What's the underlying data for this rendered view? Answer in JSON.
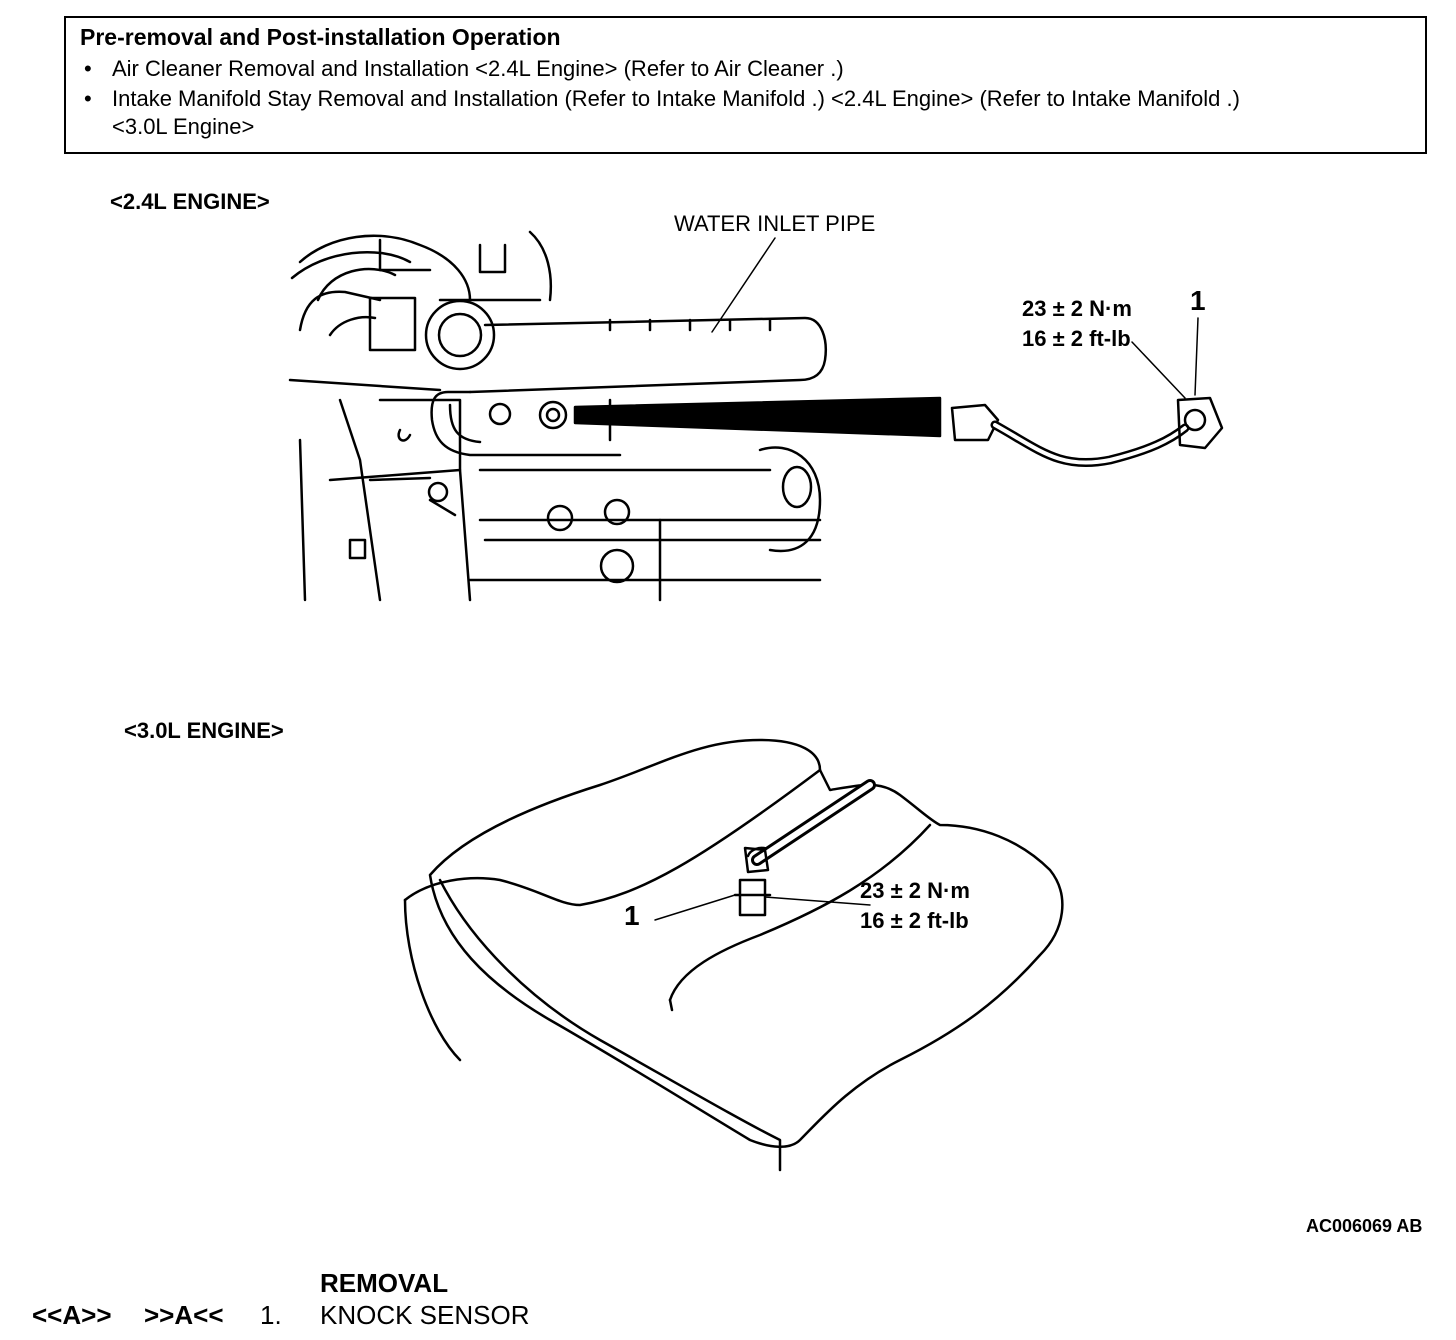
{
  "operation_box": {
    "title": "Pre-removal and Post-installation Operation",
    "bullets": [
      {
        "text": "Air Cleaner Removal and Installation <2.4L Engine> (Refer to Air Cleaner .)"
      },
      {
        "text": "Intake Manifold Stay Removal and Installation (Refer to Intake Manifold .) <2.4L Engine> (Refer to Intake Manifold .)",
        "continuation": "<3.0L Engine>"
      }
    ]
  },
  "figure_2_4": {
    "heading": "<2.4L ENGINE>",
    "callout_pipe": "WATER INLET PIPE",
    "torque_nm": "23 ± 2 N·m",
    "torque_ftlb": "16 ± 2 ft-lb",
    "item_number": "1"
  },
  "figure_3_0": {
    "heading": "<3.0L ENGINE>",
    "torque_nm": "23 ± 2 N·m",
    "torque_ftlb": "16 ± 2 ft-lb",
    "item_number": "1"
  },
  "figure_code": "AC006069 AB",
  "removal": {
    "title": "REMOVAL",
    "rows": [
      {
        "removal_ref": "<<A>>",
        "install_ref": ">>A<<",
        "index": "1.",
        "name": "KNOCK SENSOR"
      }
    ]
  }
}
